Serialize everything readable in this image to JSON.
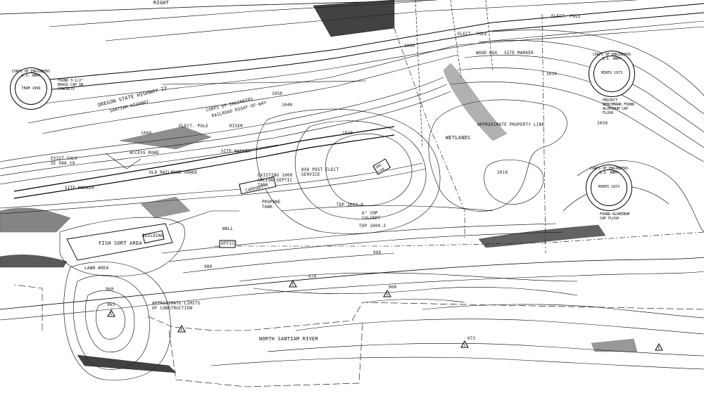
{
  "labels": {
    "right": "RIGHT",
    "highway": "OREGON STATE HIGHWAY 22",
    "highway_sub": "SANTIAM HIGHWAY",
    "railroad": "CORPS OF ENGINEERS",
    "railroad_sub": "RAILROAD RIGHT-OF-WAY",
    "access_road": "ACCESS ROAD",
    "old_railroad": "OLD RAILROAD GRADE",
    "site_marker_1": "SITE MARKER",
    "site_marker_2": "SITE MARKER",
    "site_marker_3": "SITE MARKER",
    "elect_pole_1": "ELECT. POLE",
    "elect_pole_2": "ELECT. POLE",
    "elect_pole_3": "ELECT. POLE",
    "riser": "RISER",
    "wood_box": "WOOD BOX",
    "approx_property_line": "APPROXIMATE PROPERTY LINE",
    "wetlands": "WETLANDS",
    "existing_septic": "EXISTING 1000 GALLON SEPTIC TANK",
    "post_elect": "8X8 POST ELECT SERVICE",
    "carport": "CARPORT",
    "propane_tank": "PROPANE TANK",
    "conc_slab": "CONC SLAB",
    "top_culvert": "TOP 1003.9",
    "culvert": "6\" CMP CULVERT",
    "top_culvert_2": "TOP 1000.3",
    "fish_sort_area": "FISH SORT AREA",
    "building": "BUILDING",
    "lawn_area": "LAWN AREA",
    "office": "OFFICE",
    "wall": "WALL",
    "approx_limits": "APPROXIMATE LIMITS OF CONSTRUCTION",
    "north_santiam_river": "NORTH SANTIAM RIVER",
    "culvert_label": "EXIST CULV",
    "culvert_elev": "IE 988.59"
  },
  "contours": {
    "c1000": "1000",
    "c1010": "1010",
    "c1020": "1020",
    "c1030": "1030",
    "c1040": "1040",
    "c1050": "1050",
    "c1060": "1060",
    "c990": "990",
    "c980": "980",
    "c970": "970",
    "c968": "968",
    "c960": "960",
    "c972": "972",
    "c963": "963",
    "c1050b": "1050"
  },
  "survey_marks": [
    {
      "arc": "CORPS OF ENGINEERS U.S. ARMY",
      "center": "TEAM 1969",
      "note": "FOUND 3-1/2\" BRASS CAP IN CONCRETE"
    },
    {
      "arc": "CORPS OF ENGINEERS U.S. ARMY",
      "center": "MINTO 1973",
      "note": "PROJECT BENCHMARK FOUND ALUMINUM CAP FLUSH"
    },
    {
      "arc": "CORPS OF ENGINEERS U.S. ARMY",
      "center": "MINTO 1973",
      "note": "FOUND ALUMINUM CAP FLUSH"
    }
  ],
  "triangles": [
    "1",
    "1",
    "1",
    "1",
    "1",
    "1"
  ],
  "colors": {
    "ink": "#000000",
    "paper": "#ffffff"
  }
}
